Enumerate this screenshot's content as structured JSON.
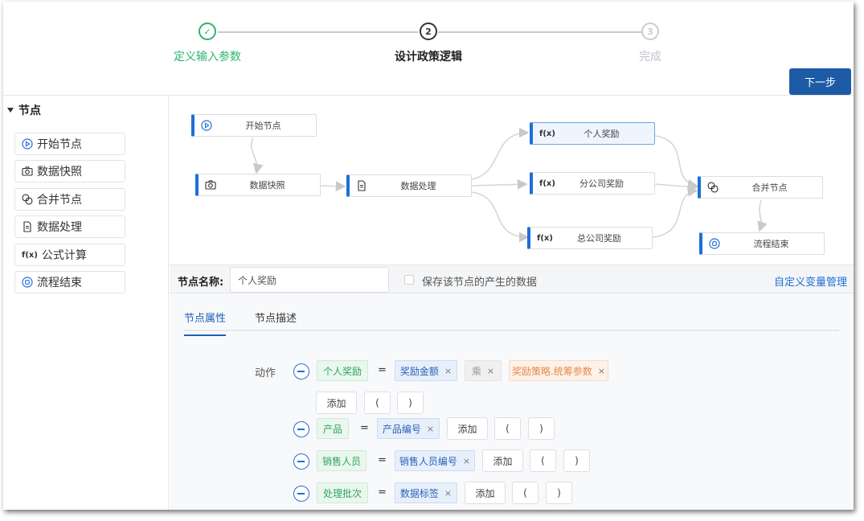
{
  "steps": [
    {
      "label": "定义输入参数",
      "status": "done",
      "mark": "✓"
    },
    {
      "label": "设计政策逻辑",
      "status": "active",
      "mark": "2"
    },
    {
      "label": "完成",
      "status": "todo",
      "mark": "3"
    }
  ],
  "next_button": "下一步",
  "sidebar": {
    "title": "节点",
    "items": [
      {
        "label": "开始节点",
        "icon": "play-circle-icon"
      },
      {
        "label": "数据快照",
        "icon": "camera-icon"
      },
      {
        "label": "合并节点",
        "icon": "merge-icon"
      },
      {
        "label": "数据处理",
        "icon": "document-icon"
      },
      {
        "label": "公式计算",
        "icon": "function-icon",
        "glyph": "f(x)"
      },
      {
        "label": "流程结束",
        "icon": "stop-circle-icon"
      }
    ]
  },
  "canvas": {
    "nodes": {
      "start": "开始节点",
      "snapshot": "数据快照",
      "process": "数据处理",
      "personal": "个人奖励",
      "branch": "分公司奖励",
      "hq": "总公司奖励",
      "merge": "合并节点",
      "end": "流程结束",
      "fx": "f(x)"
    },
    "selected": "personal"
  },
  "namebar": {
    "label": "节点名称:",
    "value": "个人奖励",
    "checkbox_label": "保存该节点的产生的数据",
    "link": "自定义变量管理"
  },
  "tabs": [
    {
      "label": "节点属性",
      "active": true
    },
    {
      "label": "节点描述",
      "active": false
    }
  ],
  "actions": {
    "label": "动作",
    "eq": "=",
    "add": "添加",
    "lparen": "(",
    "rparen": ")",
    "rows": [
      {
        "target": "个人奖励",
        "tokens": [
          "奖励金额",
          "乘",
          "奖励策略.统筹参数"
        ]
      },
      {
        "target": "产品",
        "tokens": [
          "产品编号"
        ]
      },
      {
        "target": "销售人员",
        "tokens": [
          "销售人员编号"
        ]
      },
      {
        "target": "处理批次",
        "tokens": [
          "数据标签"
        ]
      }
    ],
    "remove_mark": "×"
  },
  "colors": {
    "primary": "#1d5ba6",
    "accent": "#1e6fd9",
    "done": "#2fb36f"
  }
}
